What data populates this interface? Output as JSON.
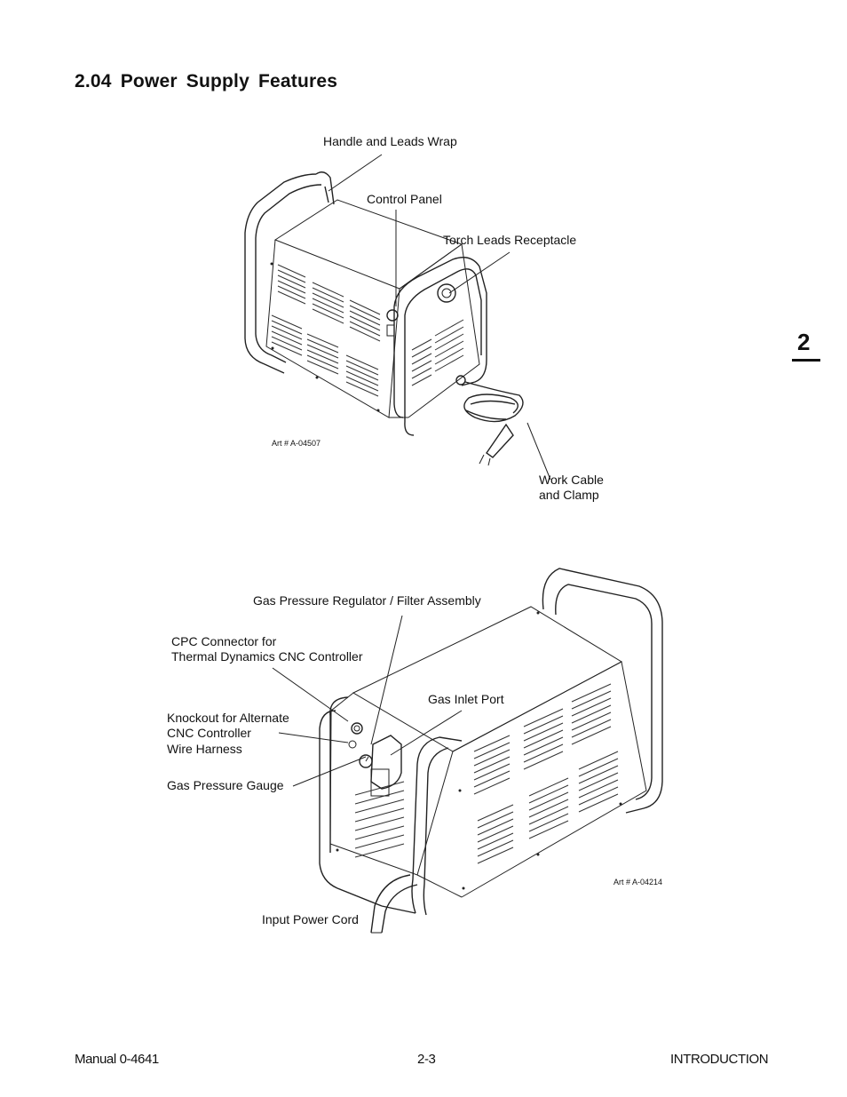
{
  "section": {
    "title": "2.04  Power Supply Features"
  },
  "tab": {
    "number": "2"
  },
  "figure1": {
    "labels": {
      "handle": "Handle and Leads Wrap",
      "control_panel": "Control Panel",
      "torch_receptacle": "Torch Leads Receptacle",
      "work_cable_line1": "Work Cable",
      "work_cable_line2": "and Clamp"
    },
    "art_number": "Art # A-04507"
  },
  "figure2": {
    "labels": {
      "regulator": "Gas Pressure Regulator / Filter Assembly",
      "cpc_line1": "CPC Connector for",
      "cpc_line2": "Thermal Dynamics CNC Controller",
      "gas_inlet": "Gas Inlet Port",
      "knockout_line1": "Knockout for Alternate",
      "knockout_line2": "CNC Controller",
      "knockout_line3": "Wire Harness",
      "gauge": "Gas Pressure Gauge",
      "power_cord": "Input Power Cord"
    },
    "art_number": "Art # A-04214"
  },
  "footer": {
    "left": "Manual 0-4641",
    "center": "2-3",
    "right": "INTRODUCTION"
  }
}
